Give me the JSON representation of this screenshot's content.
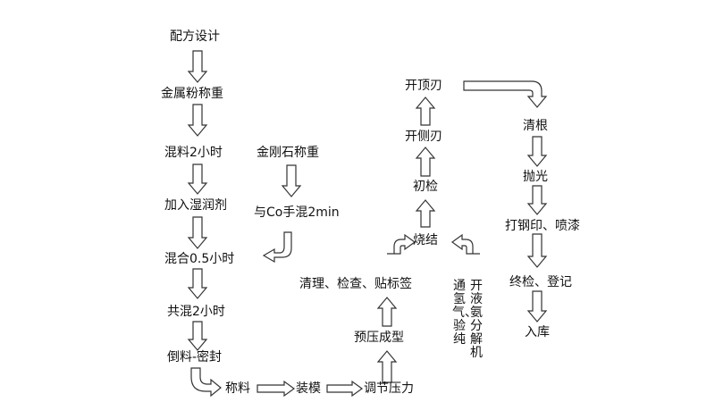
{
  "steps": {
    "formula_design": "配方设计",
    "metal_powder_weighing": "金属粉称重",
    "mix_2h": "混料2小时",
    "add_wetting_agent": "加入湿润剂",
    "mix_0_5h": "混合0.5小时",
    "comix_2h": "共混2小时",
    "pour_seal": "倒料-密封",
    "weigh": "称料",
    "load_mold": "装模",
    "adjust_pressure": "调节压力",
    "diamond_weighing": "金刚石称重",
    "co_mix": "与Co手混2min",
    "preform": "预压成型",
    "clean_inspect_label": "清理、检查、贴标签",
    "sinter": "烧结",
    "initial_inspection": "初检",
    "side_edge": "开侧刃",
    "top_edge": "开顶刃",
    "clean_root": "清根",
    "polish": "抛光",
    "stamp_paint": "打钢印、喷漆",
    "final_inspect_register": "终检、登记",
    "warehouse": "入库"
  },
  "notes": {
    "col1": "开液氨分解机",
    "col2": "通氢气、验纯"
  }
}
